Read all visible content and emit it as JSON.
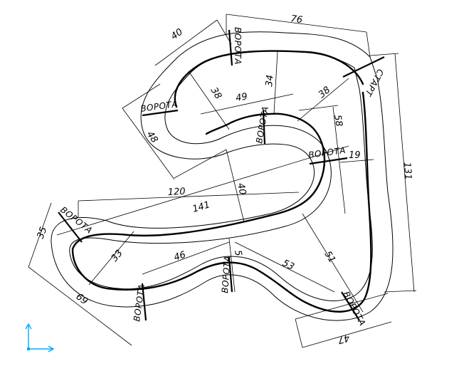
{
  "drawing": {
    "gate_label": "ВОРОТА",
    "start_label": "СТАРТ",
    "dimensions": {
      "d76": "76",
      "d131": "131",
      "d40": "40",
      "d48": "48",
      "d38a": "38",
      "d49": "49",
      "d34": "34",
      "d38b": "38",
      "d58": "58",
      "d19": "19",
      "d120": "120",
      "d141": "141",
      "d40b": "40",
      "d35": "35",
      "d33": "33",
      "d46": "46",
      "d5": "5",
      "d53": "53",
      "d51": "51",
      "d69": "69",
      "d47": "47"
    }
  },
  "colors": {
    "line": "#000000",
    "ucs_icon": "#00aaff",
    "background": "#ffffff"
  },
  "icons": {
    "ucs": "ucs-axis-icon"
  }
}
